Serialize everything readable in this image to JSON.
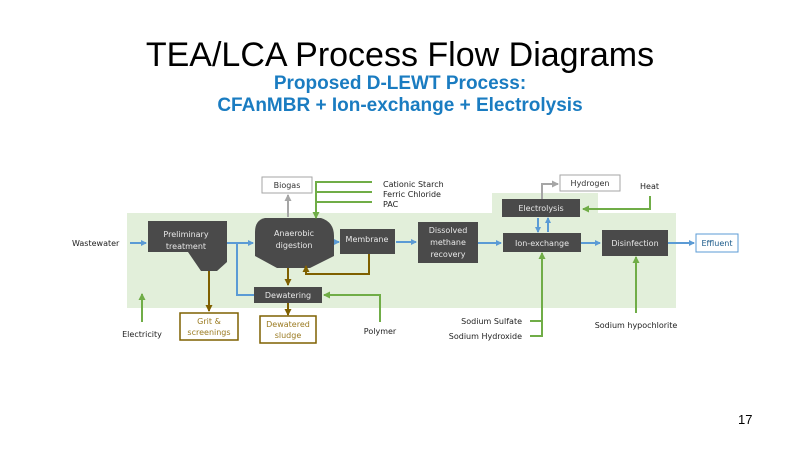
{
  "slide": {
    "title": "TEA/LCA Process Flow Diagrams",
    "subtitle_line1": "Proposed D-LEWT Process:",
    "subtitle_line2": "CFAnMBR + Ion-exchange + Electrolysis",
    "page_number": "17"
  },
  "colors": {
    "process_box": "#4a4a4a",
    "background_zone": "#e2efda",
    "water_flow": "#5b9bd5",
    "chemical_input": "#70ad47",
    "solids_flow": "#7f6000",
    "gas_output": "#a6a6a6",
    "effluent_border": "#5b9bd5"
  },
  "diagram": {
    "inputs": {
      "wastewater": "Wastewater",
      "electricity": "Electricity",
      "polymer": "Polymer",
      "cationic_starch": "Cationic Starch",
      "ferric_chloride": "Ferric Chloride",
      "pac": "PAC",
      "heat": "Heat",
      "sodium_sulfate": "Sodium Sulfate",
      "sodium_hydroxide": "Sodium Hydroxide",
      "sodium_hypochlorite": "Sodium hypochlorite"
    },
    "processes": {
      "preliminary_line1": "Preliminary",
      "preliminary_line2": "treatment",
      "anaerobic_line1": "Anaerobic",
      "anaerobic_line2": "digestion",
      "membrane": "Membrane",
      "dissolved_line1": "Dissolved",
      "dissolved_line2": "methane",
      "dissolved_line3": "recovery",
      "ion_exchange": "Ion-exchange",
      "electrolysis": "Electrolysis",
      "disinfection": "Disinfection",
      "dewatering": "Dewatering"
    },
    "outputs": {
      "biogas": "Biogas",
      "hydrogen": "Hydrogen",
      "effluent": "Effluent",
      "grit_line1": "Grit &",
      "grit_line2": "screenings",
      "sludge_line1": "Dewatered",
      "sludge_line2": "sludge"
    }
  }
}
